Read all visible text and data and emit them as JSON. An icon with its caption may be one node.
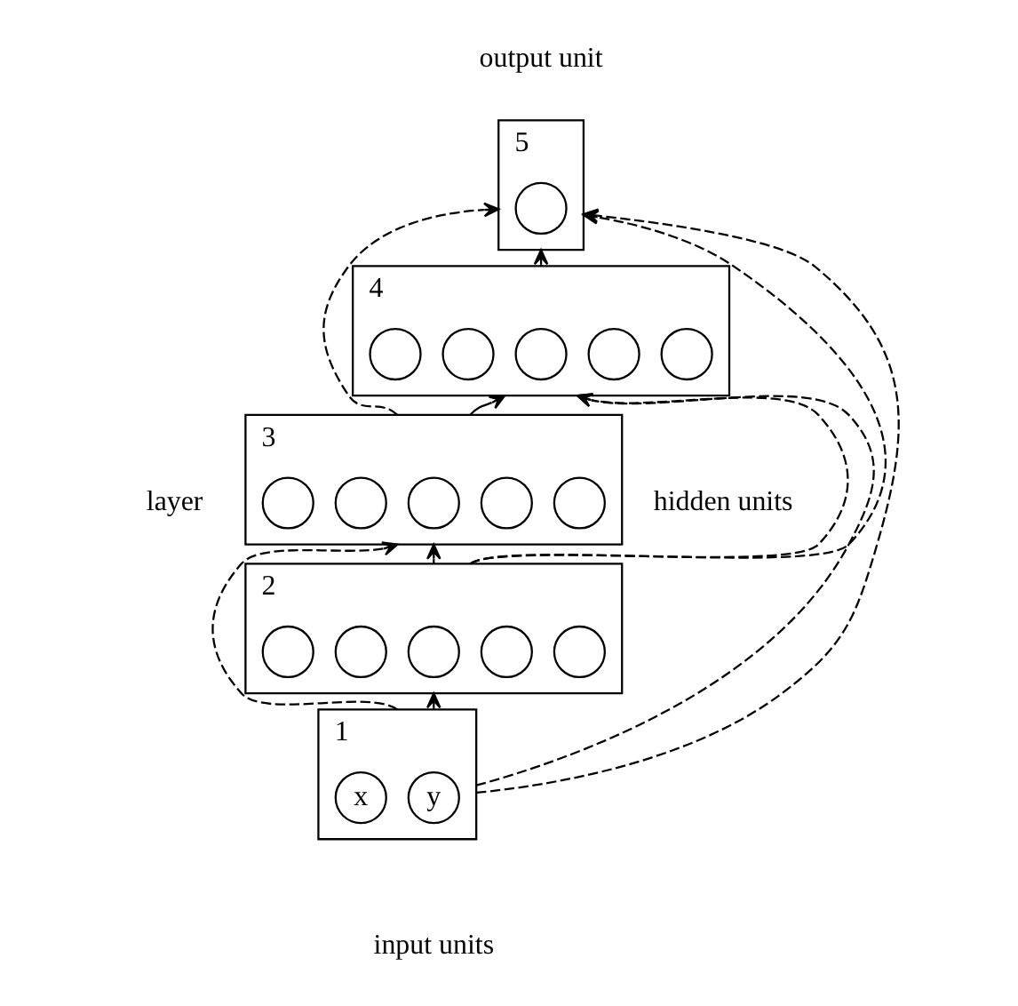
{
  "diagram": {
    "nodes": [
      {
        "text": [],
        "shape": "box",
        "beside": [
          "5"
        ]
      },
      {
        "text": [],
        "shape": "circle",
        "in": 0
      },
      {
        "text": [],
        "shape": "box",
        "beside": [
          "4"
        ]
      },
      {
        "text": [],
        "shape": "circle",
        "in": 2
      },
      {
        "text": [],
        "shape": "circle",
        "in": 2
      },
      {
        "text": [],
        "shape": "circle",
        "in": 2
      },
      {
        "text": [],
        "shape": "circle",
        "in": 2
      },
      {
        "text": [],
        "shape": "circle",
        "in": 2
      },
      {
        "text": [],
        "shape": "box",
        "beside": [
          "3"
        ]
      },
      {
        "text": [],
        "shape": "circle",
        "in": 8
      },
      {
        "text": [],
        "shape": "circle",
        "in": 8
      },
      {
        "text": [],
        "shape": "circle",
        "in": 8
      },
      {
        "text": [],
        "shape": "circle",
        "in": 8
      },
      {
        "text": [],
        "shape": "circle",
        "in": 8
      },
      {
        "text": [],
        "shape": "box",
        "beside": [
          "2"
        ]
      },
      {
        "text": [],
        "shape": "circle",
        "in": 14
      },
      {
        "text": [],
        "shape": "circle",
        "in": 14
      },
      {
        "text": [],
        "shape": "circle",
        "in": 14
      },
      {
        "text": [],
        "shape": "circle",
        "in": 14
      },
      {
        "text": [],
        "shape": "circle",
        "in": 14
      },
      {
        "text": [],
        "shape": "box",
        "beside": [
          "1"
        ]
      },
      {
        "text": [
          "x"
        ],
        "in": 20
      },
      {
        "text": [
          "y"
        ],
        "in": 20
      }
    ],
    "edges": [
      {
        "from": 20,
        "to": 14,
        "arrow": "to"
      },
      {
        "from": 20,
        "to": 8,
        "arrow": "to",
        "style": "dashed"
      },
      {
        "from": 20,
        "to": 2,
        "arrow": "to",
        "style": "dashed"
      },
      {
        "from": 20,
        "to": 0,
        "arrow": "to",
        "style": "dashed"
      },
      {
        "from": 14,
        "to": 8,
        "arrow": "to"
      },
      {
        "from": 14,
        "to": 2,
        "arrow": "to",
        "style": "dashed"
      },
      {
        "from": 14,
        "to": 0,
        "arrow": "to",
        "style": "dashed"
      },
      {
        "from": 8,
        "to": 2,
        "arrow": "to"
      },
      {
        "from": 8,
        "to": 0,
        "arrow": "to",
        "style": "dashed"
      },
      {
        "from": 2,
        "to": 0,
        "arrow": "to"
      }
    ],
    "labels": [
      "output unit",
      "layer",
      "hidden units",
      "input units"
    ]
  }
}
